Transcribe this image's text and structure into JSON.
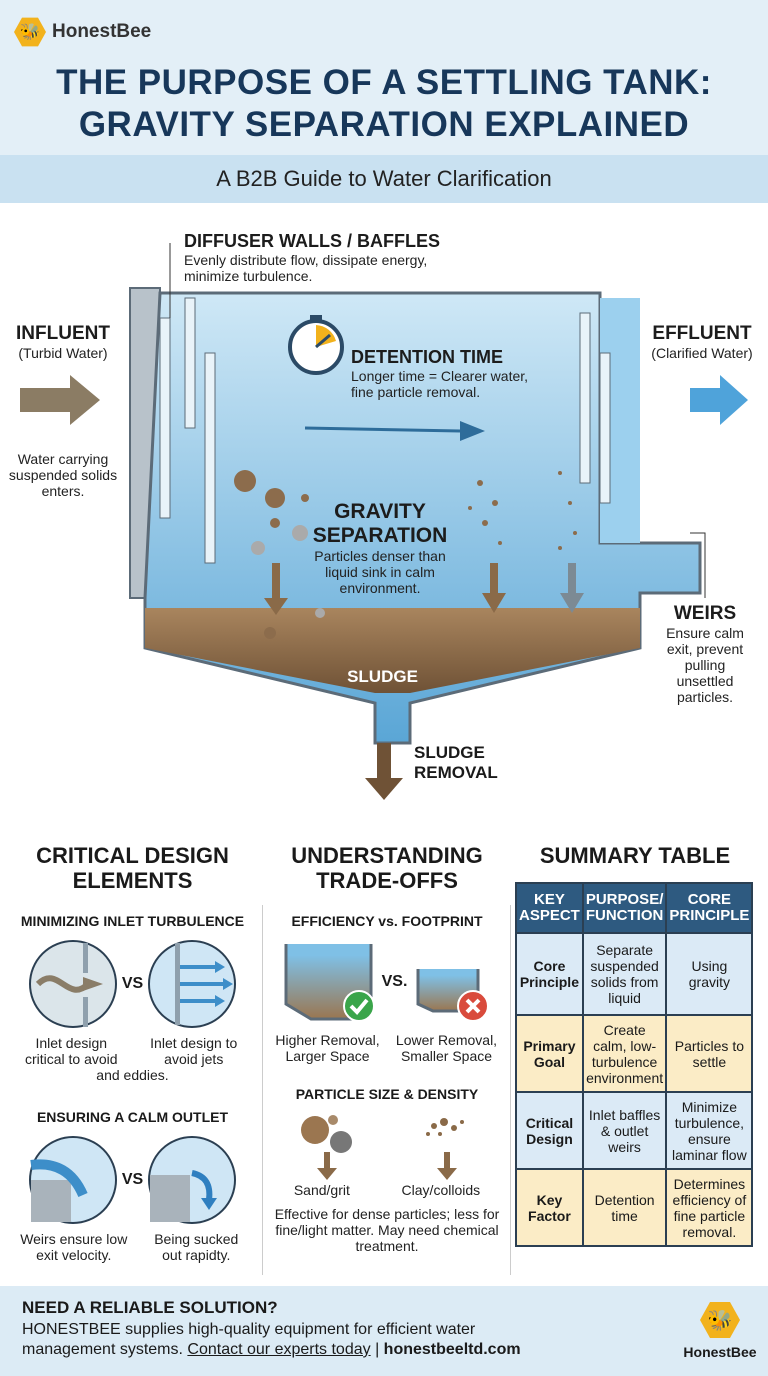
{
  "brand": {
    "name": "HonestBee",
    "logo_icon": "bee-icon"
  },
  "header": {
    "title_line1": "THE PURPOSE OF A SETTLING TANK:",
    "title_line2": "GRAVITY SEPARATION EXPLAINED",
    "subtitle": "A B2B Guide to Water Clarification"
  },
  "diagram": {
    "diffuser_title": "DIFFUSER WALLS / BAFFLES",
    "diffuser_text": "Evenly distribute flow, dissipate energy, minimize turbulence.",
    "influent_title": "INFLUENT",
    "influent_sub": "(Turbid Water)",
    "influent_text": "Water carrying suspended solids enters.",
    "effluent_title": "EFFLUENT",
    "effluent_sub": "(Clarified Water)",
    "detention_title": "DETENTION TIME",
    "detention_text": "Longer time = Clearer water, fine particle removal.",
    "gravity_title": "GRAVITY SEPARATION",
    "gravity_text": "Particles denser than liquid sink in calm environment.",
    "weirs_title": "WEIRS",
    "weirs_text": "Ensure calm exit, prevent pulling unsettled particles.",
    "sludge": "SLUDGE",
    "sludge_removal": "SLUDGE REMOVAL",
    "colors": {
      "water": "#7fc0e6",
      "sludge": "#8a6a48",
      "wall": "#a7b2bb"
    }
  },
  "design": {
    "title": "CRITICAL DESIGN ELEMENTS",
    "inlet_title": "MINIMIZING INLET TURBULENCE",
    "vs": "VS",
    "inlet_left": "Inlet design critical to avoid",
    "inlet_right": "Inlet design to avoid jets",
    "inlet_tail": "and eddies.",
    "outlet_title": "ENSURING A CALM OUTLET",
    "outlet_left": "Weirs ensure low exit velocity.",
    "outlet_right": "Being sucked out rapidty."
  },
  "tradeoffs": {
    "title": "UNDERSTANDING TRADE-OFFS",
    "eff_title": "EFFICIENCY vs. FOOTPRINT",
    "vs": "VS.",
    "left": "Higher Removal, Larger Space",
    "right": "Lower Removal, Smaller Space",
    "particle_title": "PARTICLE SIZE & DENSITY",
    "sand": "Sand/grit",
    "clay": "Clay/colloids",
    "note": "Effective for dense particles; less for fine/light matter. May need chemical treatment."
  },
  "summary": {
    "title": "SUMMARY TABLE",
    "headers": [
      "KEY ASPECT",
      "PURPOSE/ FUNCTION",
      "CORE PRINCIPLE"
    ],
    "rows": [
      [
        "Core Principle",
        "Separate suspended solids from liquid",
        "Using gravity"
      ],
      [
        "Primary Goal",
        "Create calm, low-turbulence environment",
        "Particles to settle"
      ],
      [
        "Critical Design",
        "Inlet baffles & outlet weirs",
        "Minimize turbulence, ensure laminar flow"
      ],
      [
        "Key Factor",
        "Detention time",
        "Determines efficiency of fine particle removal."
      ]
    ]
  },
  "footer": {
    "title": "NEED A RELIABLE SOLUTION?",
    "line1": "HONESTBEE supplies high-quality equipment for efficient water",
    "line2_pre": "management systems. ",
    "link": "Contact our experts today",
    "sep": " | ",
    "site": "honestbeeltd.com",
    "brand": "HonestBee"
  }
}
